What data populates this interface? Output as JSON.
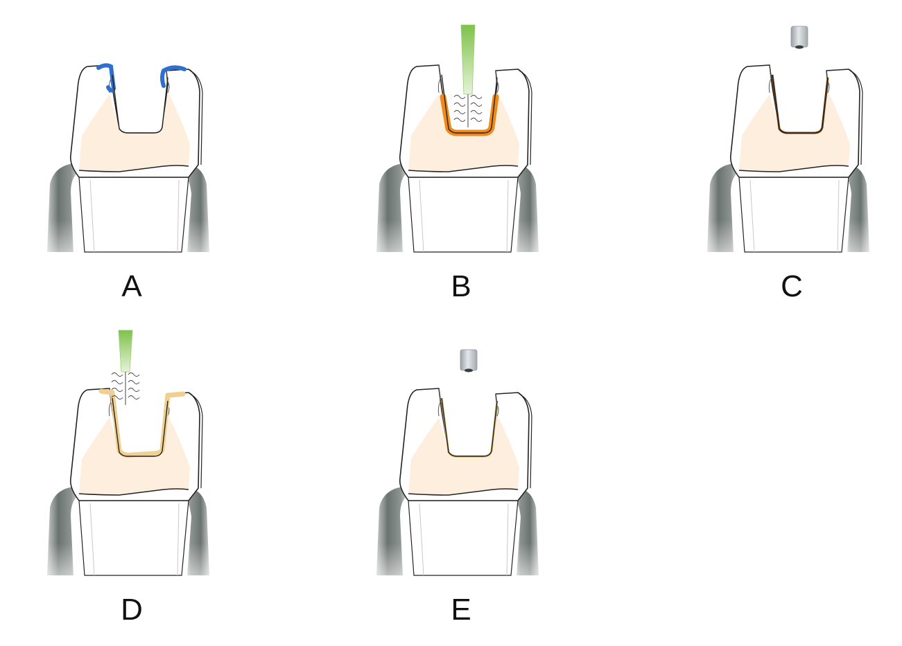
{
  "panels": [
    {
      "label": "A",
      "step": "etch",
      "mark_color": "#2f6fd0",
      "has_brush": false,
      "has_light": false
    },
    {
      "label": "B",
      "step": "primer",
      "mark_color": "#ef8a1a",
      "has_brush": true,
      "has_light": false
    },
    {
      "label": "C",
      "step": "cure",
      "mark_color": "#7a4a18",
      "has_brush": false,
      "has_light": true
    },
    {
      "label": "D",
      "step": "adhesive",
      "mark_color": "#f0cf90",
      "has_brush": true,
      "has_light": false
    },
    {
      "label": "E",
      "step": "cure",
      "mark_color": "#d9b877",
      "has_brush": false,
      "has_light": true
    }
  ],
  "colors": {
    "dentin": "#fdeede",
    "enamel": "#ffffff",
    "outline": "#222222",
    "gum": "#6e7673",
    "gum_light": "#b9bebc",
    "brush_handle": "#8fcf5a",
    "light_tip": "#b9bec3"
  },
  "icons": {
    "brush": "applicator-brush-icon",
    "light": "curing-light-icon"
  }
}
